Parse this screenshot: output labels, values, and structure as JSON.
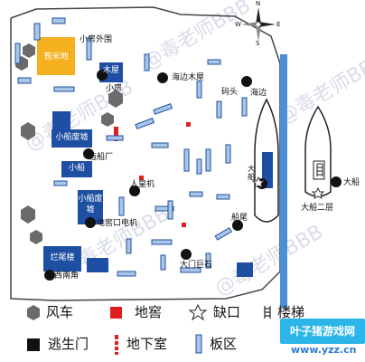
{
  "map": {
    "compass_north": "N",
    "compass_south": "S",
    "compass_east": "E",
    "compass_west": "W",
    "watermark": "@毒老师BBB",
    "labels": {
      "millet_field": "苞米地",
      "xiaofang_waiwei": "小房外围",
      "xiaofang_building": "木屋",
      "xiaofang": "小房",
      "haibian_muwu": "海边木屋",
      "matou": "码头",
      "haibian": "海边",
      "xiaochuan_feixu": "小船废墟",
      "zaochuanchang": "造船厂",
      "xiaochuan": "小船",
      "dachuan_inline": "大船",
      "renhuangji": "人皇机",
      "xiaochuan_feixu2": "小船废墟",
      "dijiao_dianji": "地窖口电机",
      "chuanwei": "船尾",
      "damen_jushi": "大门巨石",
      "lanweilou": "烂尾楼",
      "xinanjiao": "西南角",
      "dachuan": "大船",
      "dachuan_erceng": "大船二层"
    }
  },
  "legend": {
    "windmill": "风车",
    "cellar": "地窖",
    "gap": "缺口",
    "stairs": "楼梯",
    "exit_gate": "逃生门",
    "basement": "地下室",
    "board_area": "板区"
  },
  "brand": {
    "name": "叶子猪游戏网",
    "url": "www.yzz.cn"
  },
  "colors": {
    "building_blue": "#1f4fa3",
    "field_orange": "#f5b020",
    "windmill_gray": "#6b6b6b",
    "cellar_red": "#e02020",
    "exit_black": "#111111",
    "board_light_blue": "#a9c6e6",
    "water_blue": "#4a90d9"
  }
}
